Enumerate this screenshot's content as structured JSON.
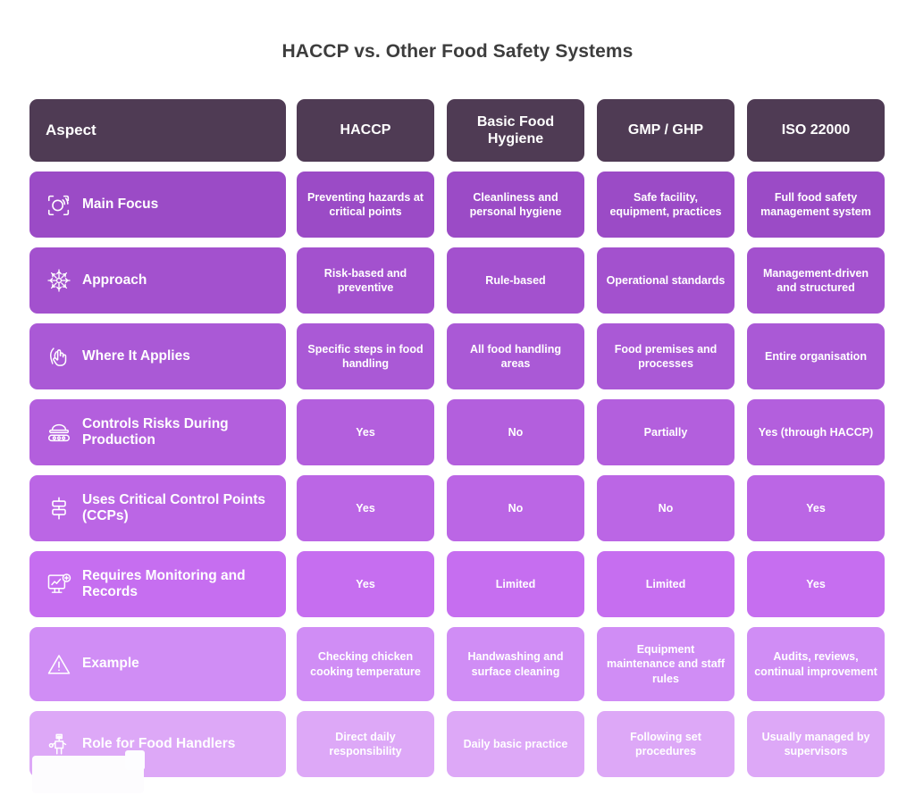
{
  "title": "HACCP vs. Other Food Safety Systems",
  "colors": {
    "page_background": "#ffffff",
    "title_text": "#3d3d3d",
    "header_cell": "#4f3b54",
    "cell_text": "#ffffff",
    "row_shades": [
      "#9b4bc6",
      "#a351ce",
      "#aa59d6",
      "#b35fdd",
      "#bb66e5",
      "#c66ef0",
      "#d08df5",
      "#dda8f7"
    ]
  },
  "table": {
    "columns": [
      "Aspect",
      "HACCP",
      "Basic Food Hygiene",
      "GMP / GHP",
      "ISO 22000"
    ],
    "rows": [
      {
        "aspect": "Main Focus",
        "icon": "focus-target-icon",
        "shade": "#9b4bc6",
        "values": [
          "Preventing hazards at critical points",
          "Cleanliness and personal hygiene",
          "Safe facility, equipment, practices",
          "Full food safety management system"
        ]
      },
      {
        "aspect": "Approach",
        "icon": "snowflake-icon",
        "shade": "#a351ce",
        "values": [
          "Risk-based and preventive",
          "Rule-based",
          "Operational standards",
          "Management-driven and structured"
        ]
      },
      {
        "aspect": "Where It Applies",
        "icon": "hand-gesture-icon",
        "shade": "#aa59d6",
        "values": [
          "Specific steps in food handling",
          "All food handling areas",
          "Food premises and processes",
          "Entire organisation"
        ]
      },
      {
        "aspect": "Controls Risks During Production",
        "icon": "conveyor-belt-icon",
        "shade": "#b35fdd",
        "values": [
          "Yes",
          "No",
          "Partially",
          "Yes (through HACCP)"
        ]
      },
      {
        "aspect": "Uses Critical Control Points (CCPs)",
        "icon": "control-point-icon",
        "shade": "#bb66e5",
        "values": [
          "Yes",
          "No",
          "No",
          "Yes"
        ]
      },
      {
        "aspect": "Requires Monitoring and Records",
        "icon": "monitor-chart-icon",
        "shade": "#c66ef0",
        "values": [
          "Yes",
          "Limited",
          "Limited",
          "Yes"
        ]
      },
      {
        "aspect": "Example",
        "icon": "warning-triangle-icon",
        "shade": "#d08df5",
        "values": [
          "Checking chicken cooking temperature",
          "Handwashing and surface cleaning",
          "Equipment maintenance and staff rules",
          "Audits, reviews, continual improvement"
        ]
      },
      {
        "aspect": "Role for Food Handlers",
        "icon": "food-handler-person-icon",
        "shade": "#dda8f7",
        "values": [
          "Direct daily responsibility",
          "Daily basic practice",
          "Following set procedures",
          "Usually managed by supervisors"
        ]
      }
    ]
  }
}
